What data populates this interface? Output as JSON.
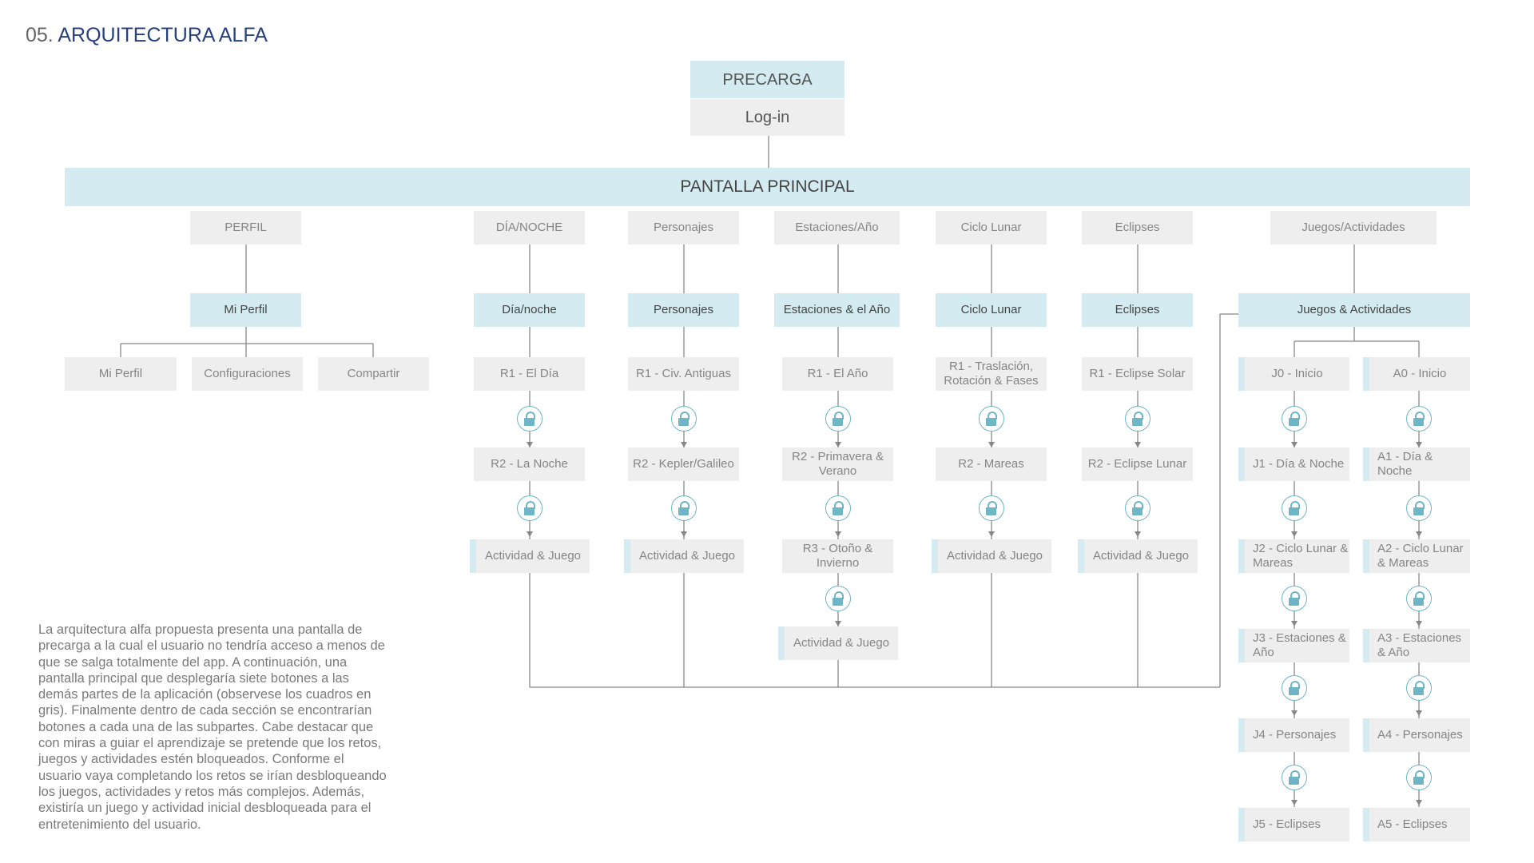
{
  "header": {
    "number": "05.",
    "title": "ARQUITECTURA ALFA"
  },
  "top": {
    "precarga": "PRECARGA",
    "login": "Log-in",
    "main": "PANTALLA PRINCIPAL"
  },
  "sections": {
    "perfil": {
      "label": "PERFIL",
      "screen": "Mi Perfil",
      "children": [
        "Mi Perfil",
        "Configuraciones",
        "Compartir"
      ]
    },
    "dianoche": {
      "label": "DÍA/NOCHE",
      "screen": "Día/noche",
      "items": [
        "R1 - El Día",
        "R2 - La Noche",
        "Actividad & Juego"
      ]
    },
    "personajes": {
      "label": "Personajes",
      "screen": "Personajes",
      "items": [
        "R1 - Civ. Antiguas",
        "R2 - Kepler/Galileo",
        "Actividad & Juego"
      ]
    },
    "estaciones": {
      "label": "Estaciones/Año",
      "screen": "Estaciones & el Año",
      "items": [
        "R1 - El Año",
        "R2 - Primavera & Verano",
        "R3 - Otoño & Invierno",
        "Actividad & Juego"
      ]
    },
    "ciclo": {
      "label": "Ciclo Lunar",
      "screen": "Ciclo Lunar",
      "items": [
        "R1 - Traslación, Rotación & Fases",
        "R2 - Mareas",
        "Actividad & Juego"
      ]
    },
    "eclipses": {
      "label": "Eclipses",
      "screen": "Eclipses",
      "items": [
        "R1 - Eclipse Solar",
        "R2 - Eclipse Lunar",
        "Actividad & Juego"
      ]
    },
    "juegos": {
      "label": "Juegos/Actividades",
      "screen": "Juegos & Actividades",
      "j": [
        "J0 - Inicio",
        "J1 - Día & Noche",
        "J2 - Ciclo Lunar & Mareas",
        "J3 - Estaciones & Año",
        "J4 - Personajes",
        "J5 - Eclipses"
      ],
      "a": [
        "A0 - Inicio",
        "A1 - Día & Noche",
        "A2 - Ciclo Lunar & Mareas",
        "A3 - Estaciones & Año",
        "A4 - Personajes",
        "A5 - Eclipses"
      ]
    }
  },
  "icons": {
    "lock": "lock-icon"
  },
  "colors": {
    "accent_blue": "#d3ebf1",
    "gray_box": "#eeeeee",
    "title_blue": "#27407f",
    "lock": "#6eb5c6"
  },
  "description": "La arquitectura alfa propuesta presenta una pantalla de precarga a la cual el usuario no tendría acceso a menos de que se salga totalmente del app. A continuación, una pantalla principal que desplegaría siete botones a las demás partes de la aplicación (observese los cuadros en gris). Finalmente dentro de cada sección se encontrarían botones a cada una de las subpartes. Cabe destacar que con miras a guiar el aprendizaje se pretende que los retos, juegos y actividades estén bloqueados.  Conforme el usuario vaya completando los retos se irían desbloqueando los juegos, actividades y retos más complejos. Además, existiría un juego y actividad inicial desbloqueada para el entretenimiento del usuario."
}
